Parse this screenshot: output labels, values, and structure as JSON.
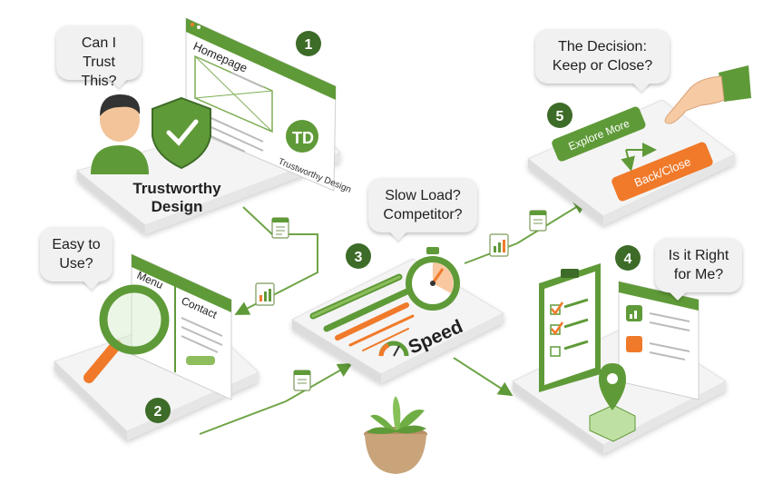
{
  "steps": [
    {
      "number": "1",
      "label": "Trustworthy Design",
      "question": "Can I Trust This?",
      "window_title": "Homepage",
      "logo_text": "Trustworthy Design"
    },
    {
      "number": "2",
      "question": "Easy to Use?",
      "menu_label": "Menu",
      "contact_label": "Contact"
    },
    {
      "number": "3",
      "question": "Slow Load? Competitor?",
      "label": "Speed"
    },
    {
      "number": "4",
      "question": "Is it Right for Me?"
    },
    {
      "number": "5",
      "question": "The Decision: Keep or Close?",
      "explore_button": "Explore More",
      "close_button": "Back/Close"
    }
  ],
  "colors": {
    "green": "#5f9a38",
    "dark_green": "#3d6b28",
    "light_green": "#8dbd5c",
    "orange": "#f07a2a",
    "platform": "#f4f4f4",
    "bubble": "#f1f1f1"
  }
}
